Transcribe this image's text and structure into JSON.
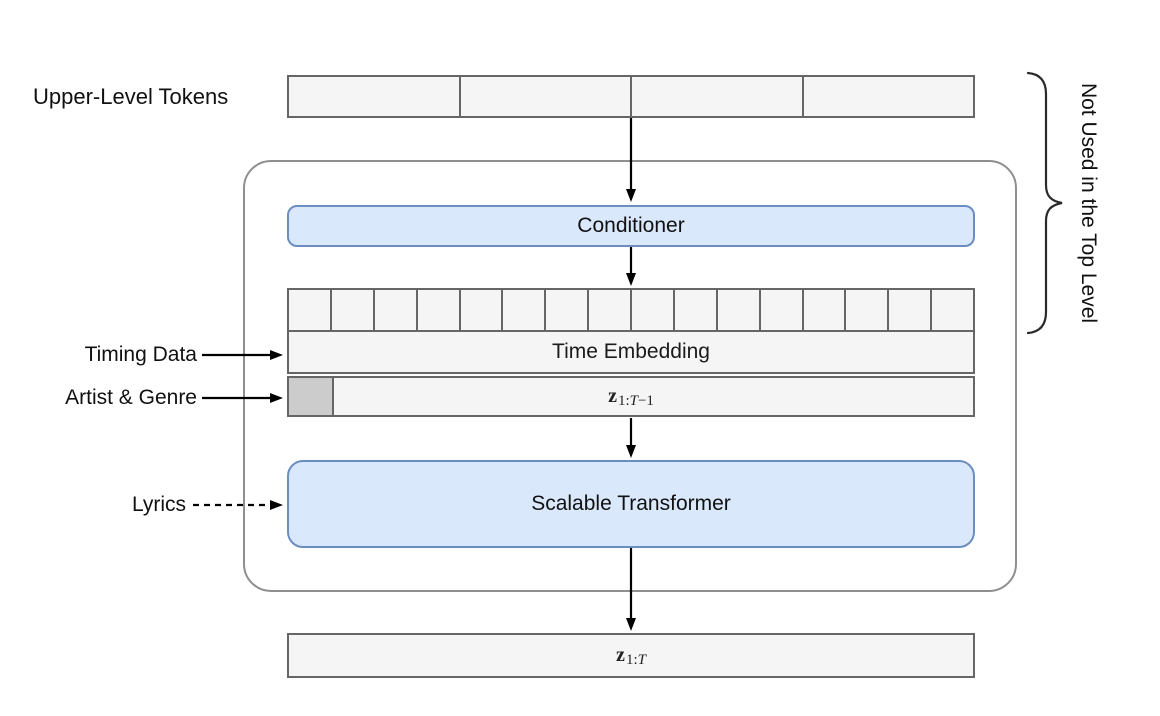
{
  "diagram": {
    "title_label": "Upper-Level Tokens",
    "side_labels": {
      "timing_data": "Timing Data",
      "artist_genre": "Artist & Genre",
      "lyrics": "Lyrics"
    },
    "right_annotation": "Not Used in the Top Level",
    "boxes": {
      "conditioner": "Conditioner",
      "scalable_transformer": "Scalable Transformer"
    },
    "bars": {
      "upper_segments": 4,
      "token_cell_count": 16,
      "time_embedding_label": "Time Embedding"
    },
    "math": {
      "z_prev": {
        "base": "z",
        "sub_pre": "1:",
        "sub_var": "T",
        "sub_post": "−1"
      },
      "z_out": {
        "base": "z",
        "sub_pre": "1:",
        "sub_var": "T",
        "sub_post": ""
      }
    },
    "colors": {
      "bar_fill": "#f5f5f5",
      "bar_border": "#666666",
      "gray_cell_fill": "#cccccc",
      "blue_fill": "#dae8fc",
      "blue_border": "#6c8ebf",
      "container_border": "#8f8f8f",
      "arrow": "#000000",
      "brace": "#2b2b2b"
    }
  }
}
